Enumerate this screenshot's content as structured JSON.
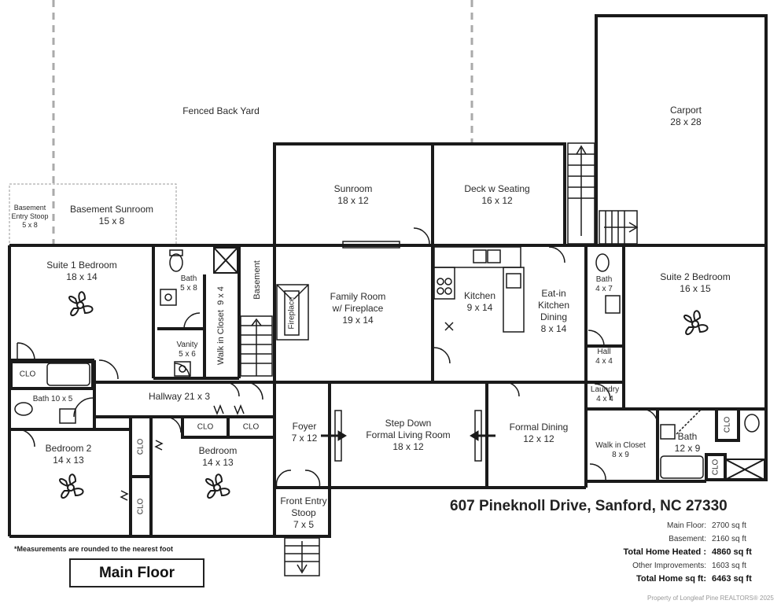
{
  "rooms": {
    "yard": {
      "name": "Fenced Back Yard"
    },
    "carport": {
      "name": "Carport",
      "size": "28 x 28"
    },
    "sunroom": {
      "name": "Sunroom",
      "size": "18 x 12"
    },
    "deck": {
      "name": "Deck w Seating",
      "size": "16 x 12"
    },
    "basement_stoop": {
      "name1": "Basement",
      "name2": "Entry Stoop",
      "size": "5 x 8"
    },
    "basement_sunroom": {
      "name": "Basement Sunroom",
      "size": "15 x 8"
    },
    "suite1": {
      "name": "Suite 1 Bedroom",
      "size": "18 x 14"
    },
    "bath_upper": {
      "name": "Bath",
      "size": "5 x 8"
    },
    "walkin_left": {
      "name": "Walk in Closet",
      "size": "9 x 4"
    },
    "basement_stair": {
      "name": "Basement"
    },
    "vanity": {
      "name": "Vanity",
      "size": "5 x 6"
    },
    "family": {
      "name1": "Family Room",
      "name2": "w/ Fireplace",
      "size": "19 x 14"
    },
    "fireplace": {
      "name": "Fireplace"
    },
    "kitchen": {
      "name": "Kitchen",
      "size": "9 x 14"
    },
    "eatin": {
      "name1": "Eat-in",
      "name2": "Kitchen",
      "name3": "Dining",
      "size": "8 x 14"
    },
    "bath_47": {
      "name": "Bath",
      "size": "4 x 7"
    },
    "suite2": {
      "name": "Suite 2 Bedroom",
      "size": "16 x 15"
    },
    "hall": {
      "name": "Hall",
      "size": "4 x 4"
    },
    "laundry": {
      "name": "Laundry",
      "size": "4 x 4"
    },
    "hallway": {
      "name": "Hallway 21 x 3"
    },
    "bath_105": {
      "name": "Bath 10 x 5"
    },
    "foyer": {
      "name": "Foyer",
      "size": "7 x 12"
    },
    "living": {
      "name1": "Step Down",
      "name2": "Formal Living Room",
      "size": "18 x 12"
    },
    "formal_dining": {
      "name": "Formal Dining",
      "size": "12 x 12"
    },
    "walkin_right": {
      "name": "Walk in Closet",
      "size": "8 x 9"
    },
    "bath_129": {
      "name": "Bath",
      "size": "12 x 9"
    },
    "bedroom2": {
      "name": "Bedroom 2",
      "size": "14 x 13"
    },
    "bedroom": {
      "name": "Bedroom",
      "size": "14 x 13"
    },
    "front_stoop": {
      "name1": "Front Entry",
      "name2": "Stoop",
      "size": "7 x 5"
    }
  },
  "closet_label": "CLO",
  "address": "607 Pineknoll Drive, Sanford, NC 27330",
  "stats": [
    {
      "label": "Main Floor:",
      "value": "2700 sq ft",
      "bold": false
    },
    {
      "label": "Basement:",
      "value": "2160 sq ft",
      "bold": false
    },
    {
      "label": "Total Home Heated :",
      "value": "4860 sq ft",
      "bold": true
    },
    {
      "label": "Other Improvements:",
      "value": "1603 sq ft",
      "bold": false
    },
    {
      "label": "Total Home sq ft:",
      "value": "6463 sq ft",
      "bold": true
    }
  ],
  "note": "*Measurements are rounded to the nearest foot",
  "floor_label": "Main Floor",
  "credit": "Property of Longleaf Pine REALTORS® 2025"
}
